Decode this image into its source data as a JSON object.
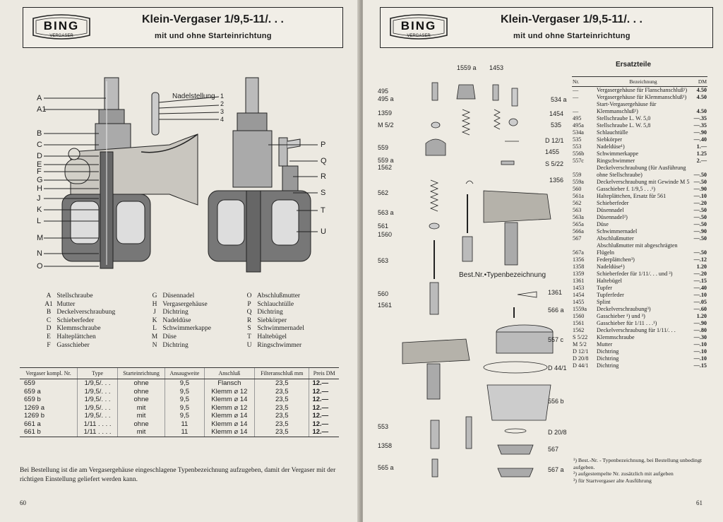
{
  "left": {
    "logo": {
      "brand": "BING",
      "sub": "VERGASER"
    },
    "title": "Klein-Vergaser 1/9,5-11/. . .",
    "subtitle": "mit und ohne Starteinrichtung",
    "diagram_labels_left": [
      "A",
      "A1",
      "B",
      "C",
      "D",
      "E",
      "F",
      "G",
      "H",
      "J",
      "K",
      "L",
      "M",
      "N",
      "O"
    ],
    "diagram_labels_right": [
      "P",
      "Q",
      "R",
      "S",
      "T",
      "U"
    ],
    "needle_caption": "Nadelstellung",
    "needle_positions": [
      "1",
      "2",
      "3",
      "4"
    ],
    "legend_col1": [
      {
        "k": "A",
        "t": "Stellschraube"
      },
      {
        "k": "A1",
        "t": "Mutter"
      },
      {
        "k": "B",
        "t": "Deckelverschraubung"
      },
      {
        "k": "C",
        "t": "Schieberfeder"
      },
      {
        "k": "D",
        "t": "Klemmschraube"
      },
      {
        "k": "E",
        "t": "Halteplättchen"
      },
      {
        "k": "F",
        "t": "Gasschieber"
      }
    ],
    "legend_col2": [
      {
        "k": "G",
        "t": "Düsennadel"
      },
      {
        "k": "H",
        "t": "Vergasergehäuse"
      },
      {
        "k": "J",
        "t": "Dichtring"
      },
      {
        "k": "K",
        "t": "Nadeldüse"
      },
      {
        "k": "L",
        "t": "Schwimmerkappe"
      },
      {
        "k": "M",
        "t": "Düse"
      },
      {
        "k": "N",
        "t": "Dichtring"
      }
    ],
    "legend_col3": [
      {
        "k": "O",
        "t": "Abschlußmutter"
      },
      {
        "k": "P",
        "t": "Schlauchtülle"
      },
      {
        "k": "Q",
        "t": "Dichtring"
      },
      {
        "k": "R",
        "t": "Siebkörper"
      },
      {
        "k": "S",
        "t": "Schwimmernadel"
      },
      {
        "k": "T",
        "t": "Haltebügel"
      },
      {
        "k": "U",
        "t": "Ringschwimmer"
      }
    ],
    "table": {
      "headers": [
        "Vergaser kompl. Nr.",
        "Type",
        "Starteinrichtung",
        "Ansaugweite",
        "Anschluß",
        "Filteranschluß mm",
        "Preis DM"
      ],
      "rows": [
        [
          "659",
          "1/9,5/. . .",
          "ohne",
          "9,5",
          "Flansch",
          "23,5",
          "12.—"
        ],
        [
          "659 a",
          "1/9,5/. . .",
          "ohne",
          "9,5",
          "Klemm ⌀ 12",
          "23,5",
          "12.—"
        ],
        [
          "659 b",
          "1/9,5/. . .",
          "ohne",
          "9,5",
          "Klemm ⌀ 14",
          "23,5",
          "12.—"
        ],
        [
          "1269 a",
          "1/9,5/. . .",
          "mit",
          "9,5",
          "Klemm ⌀ 12",
          "23,5",
          "12.—"
        ],
        [
          "1269 b",
          "1/9,5/. . .",
          "mit",
          "9,5",
          "Klemm ⌀ 14",
          "23,5",
          "12.—"
        ],
        [
          "661 a",
          "1/11 . . . .",
          "ohne",
          "11",
          "Klemm ⌀ 14",
          "23,5",
          "12.—"
        ],
        [
          "661 b",
          "1/11 . . . .",
          "mit",
          "11",
          "Klemm ⌀ 14",
          "23,5",
          "12.—"
        ]
      ]
    },
    "note": "Bei Bestellung ist die am Vergasergehäuse eingeschlagene Typenbezeichnung aufzugeben, damit der Vergaser mit der richtigen Einstellung geliefert werden kann.",
    "page_number": "60"
  },
  "right": {
    "logo": {
      "brand": "BING",
      "sub": "VERGASER"
    },
    "title": "Klein-Vergaser 1/9,5-11/. . .",
    "subtitle": "mit und ohne Starteinrichtung",
    "part_labels": [
      "1559 a",
      "1453",
      "495",
      "495 a",
      "534 a",
      "1359",
      "1454",
      "M 5/2",
      "535",
      "D 12/1",
      "559",
      "559 a",
      "1562",
      "1455",
      "S 5/22",
      "1356",
      "562",
      "563 a",
      "561",
      "1560",
      "563",
      "Best.Nr.•Typenbezeichnung",
      "560",
      "1561",
      "1361",
      "566 a",
      "557 c",
      "D 44/1",
      "556 b",
      "553",
      "D 20/8",
      "1358",
      "567",
      "565 a",
      "567 a"
    ],
    "ersatzteile_title": "Ersatzteile",
    "parts_headers": [
      "Nr.",
      "Bezeichnung",
      "DM"
    ],
    "parts": [
      [
        "—",
        "Vergasergehäuse für Flanschanschluß¹)",
        "4.50"
      ],
      [
        "—",
        "Vergasergehäuse für Klemmanschluß¹)",
        "4.50"
      ],
      [
        "—",
        "Start-Vergasergehäuse für Klemmanschluß¹)",
        "4.50"
      ],
      [
        "495",
        "Stellschraube L. W. 5,0",
        "—.35"
      ],
      [
        "495a",
        "Stellschraube L. W. 5,8",
        "—.35"
      ],
      [
        "534a",
        "Schlauchtülle",
        "—.90"
      ],
      [
        "535",
        "Siebkörper",
        "—.40"
      ],
      [
        "553",
        "Nadeldüse¹)",
        "1.—"
      ],
      [
        "556b",
        "Schwimmerkappe",
        "1.25"
      ],
      [
        "557c",
        "Ringschwimmer",
        "2.—"
      ],
      [
        "559",
        "Deckelverschraubung (für Ausführung ohne Stellschraube)",
        "—.50"
      ],
      [
        "559a",
        "Deckelverschraubung mit Gewinde M 5",
        "—.50"
      ],
      [
        "560",
        "Gasschieber f. 1/9,5 . . .¹)",
        "—.90"
      ],
      [
        "561a",
        "Halteplättchen, Ersatz für 561",
        "—.10"
      ],
      [
        "562",
        "Schieberfeder",
        "—.20"
      ],
      [
        "563",
        "Düsennadel",
        "—.50"
      ],
      [
        "563a",
        "Düsennadel²)",
        "—.50"
      ],
      [
        "565a",
        "Düse",
        "—.50"
      ],
      [
        "566a",
        "Schwimmernadel",
        "—.90"
      ],
      [
        "567",
        "Abschlußmutter",
        "—.50"
      ],
      [
        "567a",
        "Abschlußmutter mit abgeschrägten Flügeln",
        "—.50"
      ],
      [
        "1356",
        "Federplättchen³)",
        "—.12"
      ],
      [
        "1358",
        "Nadeldüse¹)",
        "1.20"
      ],
      [
        "1359",
        "Schieberfeder für 1/11/. . . und ³)",
        "—.20"
      ],
      [
        "1361",
        "Haltebügel",
        "—.15"
      ],
      [
        "1453",
        "Tupfer",
        "—.40"
      ],
      [
        "1454",
        "Tupferfeder",
        "—.10"
      ],
      [
        "1455",
        "Splint",
        "—.05"
      ],
      [
        "1559a",
        "Deckelverschraubung³)",
        "—.60"
      ],
      [
        "1560",
        "Gasschieber ¹) und ³)",
        "1.20"
      ],
      [
        "1561",
        "Gasschieber für 1/11 . . .¹)",
        "—.90"
      ],
      [
        "1562",
        "Deckelverschraubung für 1/11/. . .",
        "—.80"
      ],
      [
        "S 5/22",
        "Klemmschraube",
        "—.30"
      ],
      [
        "M 5/2",
        "Mutter",
        "—.10"
      ],
      [
        "D 12/1",
        "Dichtring",
        "—.10"
      ],
      [
        "D 20/8",
        "Dichtring",
        "—.10"
      ],
      [
        "D 44/1",
        "Dichtring",
        "—.15"
      ]
    ],
    "footnotes": [
      "¹) Best.-Nr. - Typenbezeichnung, bei Bestellung unbedingt aufgeben.",
      "²) aufgestempelte Nr. zusätzlich mit aufgeben",
      "³) für Startvergaser alte Ausführung"
    ],
    "page_number": "61"
  }
}
